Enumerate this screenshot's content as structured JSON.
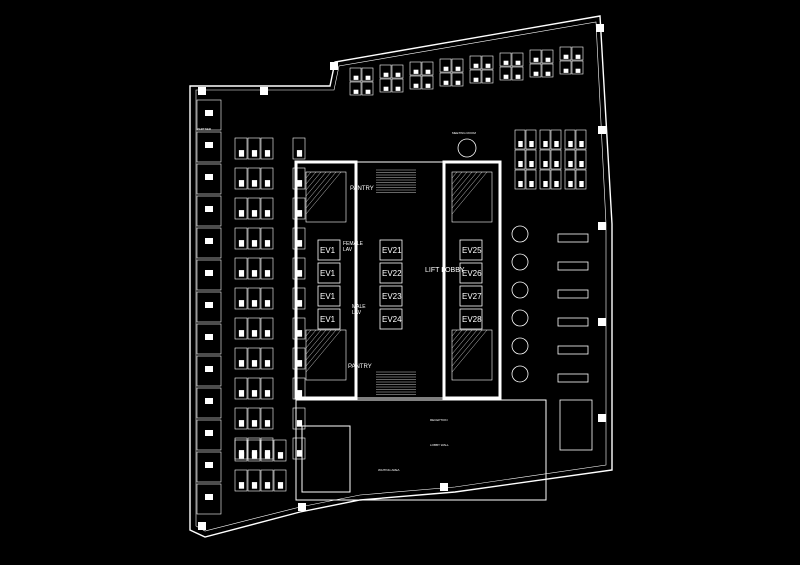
{
  "plan": {
    "labels": {
      "pantry": "PANTRY",
      "female_lav": "FEMALE\nLAV",
      "male_lav": "MALE\nLAV",
      "lift_lobby": "LIFT LOBBY",
      "meeting_room": "MEETING ROOM",
      "partner": "PARTNER",
      "reception": "RECEPTION",
      "waiting_area": "WAITING AREA",
      "lobby_wall": "LOBBY WALL"
    },
    "lifts_left": [
      "EV1",
      "EV1",
      "EV1",
      "EV1"
    ],
    "lifts_mid": [
      "EV21",
      "EV22",
      "EV23",
      "EV24"
    ],
    "lifts_right": [
      "EV25",
      "EV26",
      "EV27",
      "EV28"
    ]
  }
}
